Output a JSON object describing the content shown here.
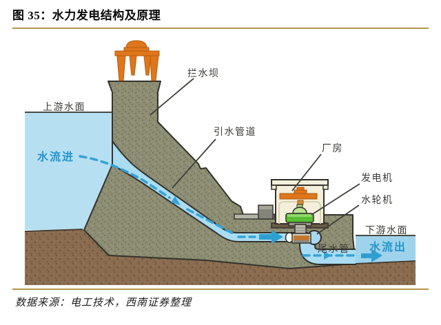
{
  "header": {
    "title": "图 35：水力发电结构及原理"
  },
  "footer": {
    "source": "数据来源：电工技术，西南证券整理"
  },
  "diagram": {
    "labels": {
      "dam": "拦水坝",
      "upstream_surface": "上游水面",
      "penstock": "引水管道",
      "powerhouse": "厂房",
      "generator": "发电机",
      "turbine": "水轮机",
      "downstream_surface": "下游水面",
      "draft_tube": "尾水管",
      "flow_in": "水流进",
      "flow_out": "水流出"
    },
    "colors": {
      "accent_line": "#b2944a",
      "water_upstream": "#b7dff2",
      "water_downstream": "#9fd3ec",
      "pipe_water": "#aadcf2",
      "flow_arrow": "#2f9fd0",
      "flow_text": "#2496cc",
      "dam_concrete": "#8e8e74",
      "soil": "#8a6c50",
      "machinery_orange": "#e0761b",
      "turbine_green": "#58bd35",
      "building_wall": "#f4efdb"
    }
  }
}
